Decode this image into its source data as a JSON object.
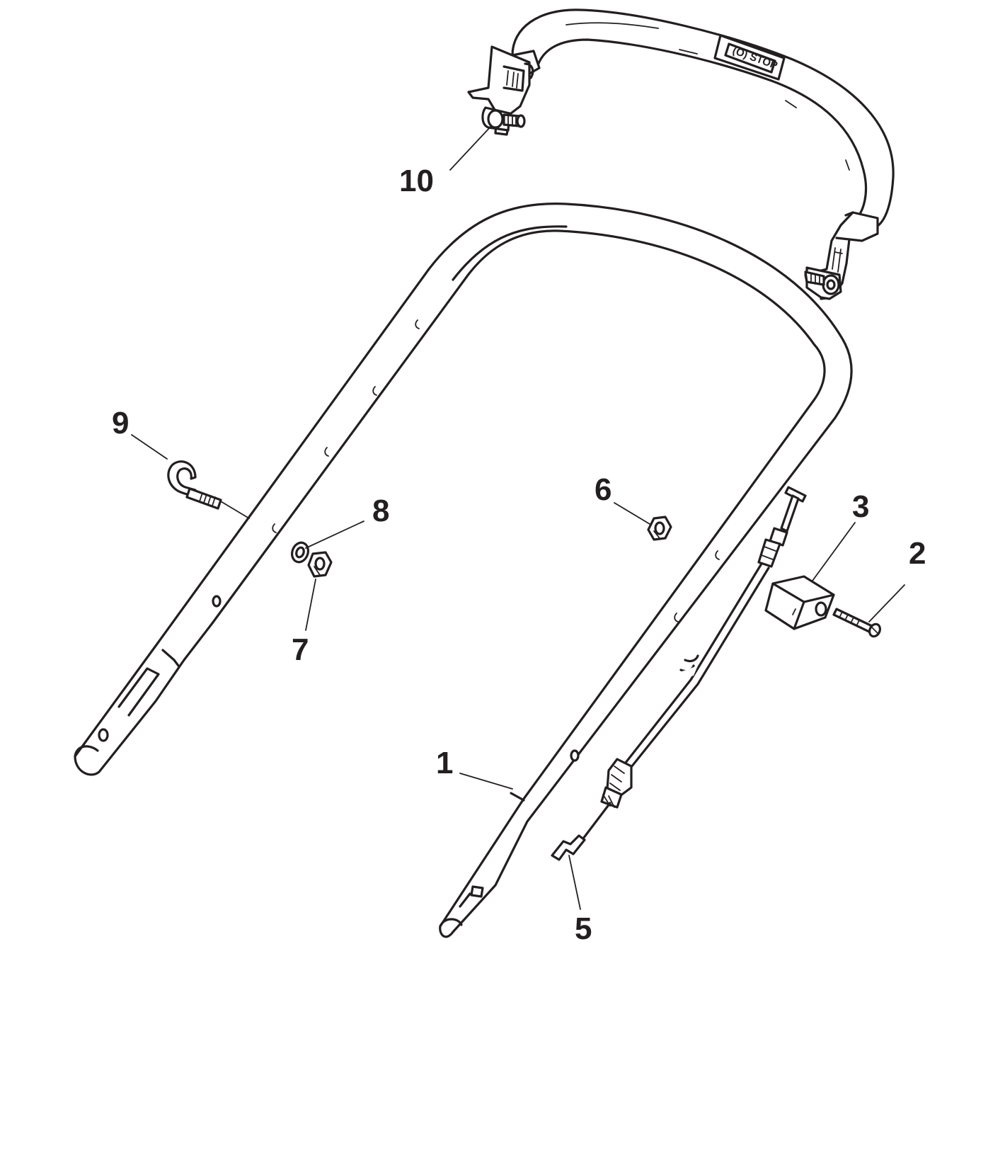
{
  "diagram": {
    "handle_text": "(O) STOP",
    "callouts": [
      {
        "id": "10",
        "label": "10",
        "part": "handle-bar-fixing"
      },
      {
        "id": "9",
        "label": "9",
        "part": "cable-guide-hook"
      },
      {
        "id": "8",
        "label": "8",
        "part": "washer"
      },
      {
        "id": "7",
        "label": "7",
        "part": "nut"
      },
      {
        "id": "6",
        "label": "6",
        "part": "nut"
      },
      {
        "id": "3",
        "label": "3",
        "part": "cable-clamp-block"
      },
      {
        "id": "2",
        "label": "2",
        "part": "screw"
      },
      {
        "id": "1",
        "label": "1",
        "part": "lower-handle"
      },
      {
        "id": "5",
        "label": "5",
        "part": "cable-end-hook"
      }
    ],
    "line_color": "#231f20",
    "background": "#ffffff"
  }
}
